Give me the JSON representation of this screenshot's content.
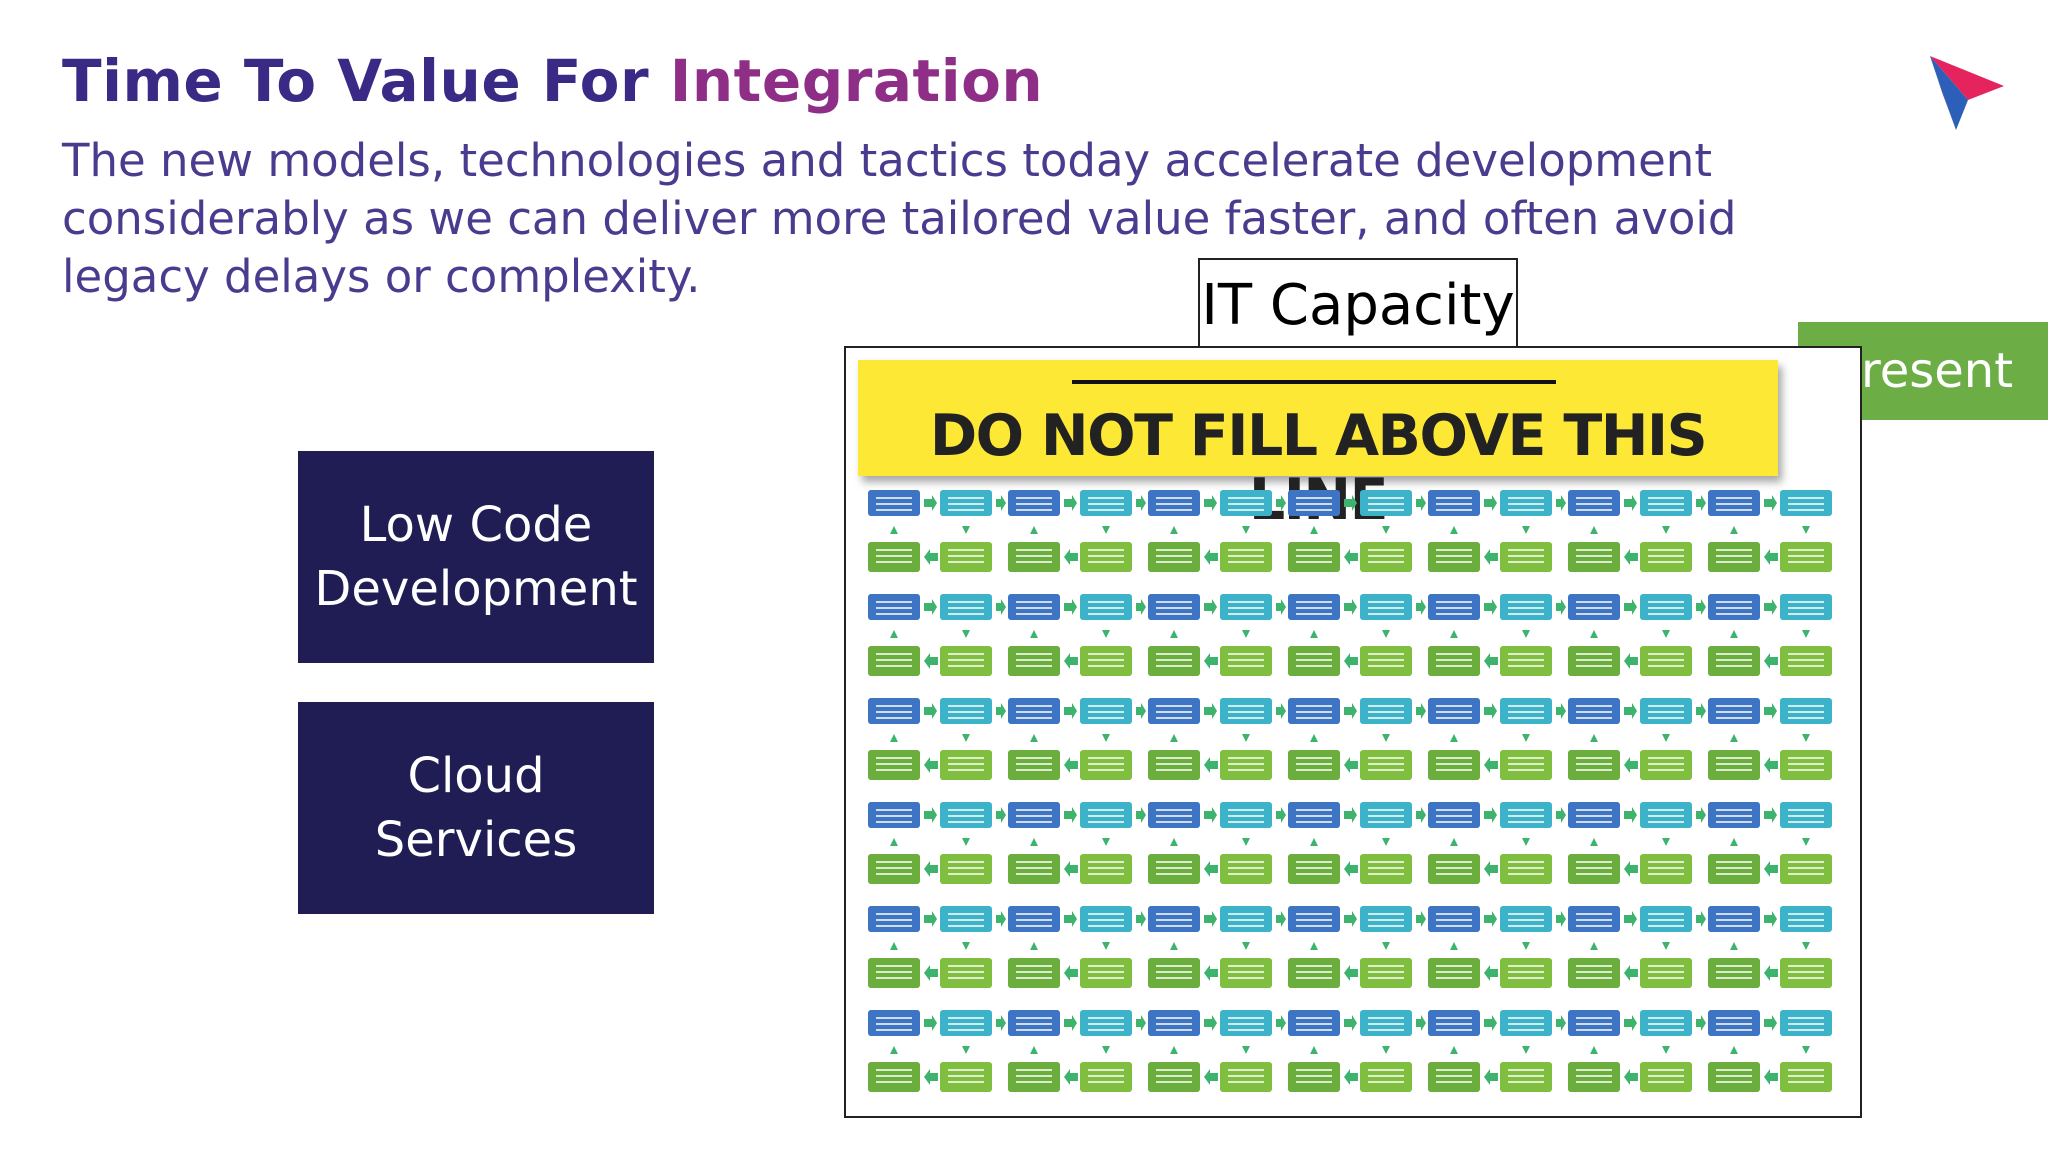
{
  "slide": {
    "title_main": "Time To Value For ",
    "title_accent": "Integration",
    "subtitle": "The new models, technologies and tactics today accelerate development considerably as we can deliver more tailored value faster, and often avoid legacy delays or complexity.",
    "colors": {
      "title": "#3a2a86",
      "title_accent": "#8e2e86",
      "subtitle": "#4b3b8f",
      "dark_box": "#1f1d54",
      "present": "#6dad45",
      "warning_bg": "#fde935"
    }
  },
  "logo": {
    "icon": "play-triangle-logo"
  },
  "boxes": {
    "low_code": "Low Code Development",
    "cloud": "Cloud Services"
  },
  "capacity": {
    "label": "IT Capacity",
    "present_tag": "Present",
    "warning": "DO NOT FILL ABOVE THIS LINE",
    "flow_grid": {
      "rows": 6,
      "column_pairs": 7,
      "cell_colors": {
        "blue": "#3d74c4",
        "teal": "#3db3c9",
        "green": "#6cae3e",
        "lime": "#7fbe3f",
        "arrow": "#3db36d"
      }
    }
  }
}
